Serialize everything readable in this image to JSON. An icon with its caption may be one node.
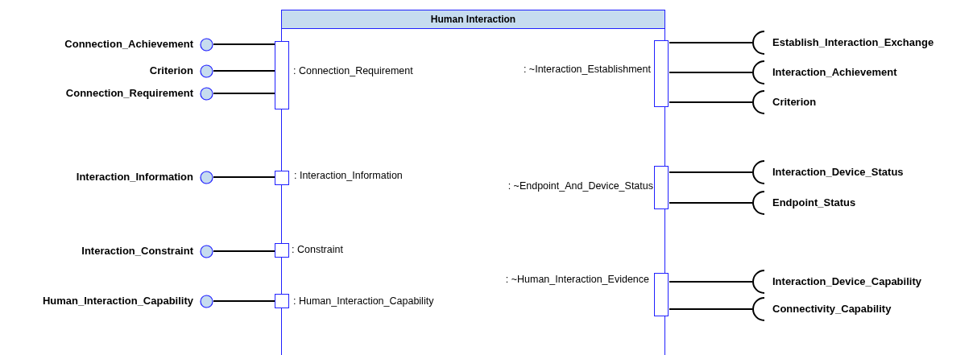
{
  "diagram": {
    "nodes": [
      {
        "text": [
          "Human Interaction"
        ]
      },
      {
        "text": [],
        "shape": "box",
        "beside": [
          ": Connection_Requirement"
        ]
      },
      {
        "text": [],
        "shape": "box",
        "beside": [
          ": Interaction_Information"
        ]
      },
      {
        "text": [],
        "shape": "box",
        "beside": [
          ": Constraint"
        ]
      },
      {
        "text": [],
        "shape": "box",
        "beside": [
          ": Human_Interaction_Capability"
        ]
      },
      {
        "text": [],
        "shape": "box",
        "beside": [
          ": ~Interaction_Establishment"
        ]
      },
      {
        "text": [],
        "shape": "box",
        "beside": [
          ": ~Endpoint_And_Device_Status"
        ]
      },
      {
        "text": [],
        "shape": "box",
        "beside": [
          ": ~Human_Interaction_Evidence"
        ]
      },
      {
        "text": [
          "Connection_Achievement"
        ]
      },
      {
        "text": [
          "Criterion"
        ]
      },
      {
        "text": [
          "Connection_Requirement"
        ]
      },
      {
        "text": [
          "Interaction_Information"
        ]
      },
      {
        "text": [
          "Interaction_Constraint"
        ]
      },
      {
        "text": [
          "Human_Interaction_Capability"
        ]
      },
      {
        "text": [
          "Establish_Interaction_Exchange"
        ]
      },
      {
        "text": [
          "Interaction_Achievement"
        ]
      },
      {
        "text": [
          "Criterion"
        ]
      },
      {
        "text": [
          "Interaction_Device_Status"
        ]
      },
      {
        "text": [
          "Endpoint_Status"
        ]
      },
      {
        "text": [
          "Interaction_Device_Capability"
        ]
      },
      {
        "text": [
          "Connectivity_Capability"
        ]
      }
    ],
    "edges": [
      {
        "from": 1,
        "to": 8,
        "arrow": "none"
      },
      {
        "from": 1,
        "to": 9,
        "arrow": "none"
      },
      {
        "from": 1,
        "to": 10,
        "arrow": "none"
      },
      {
        "from": 2,
        "to": 11,
        "arrow": "none"
      },
      {
        "from": 3,
        "to": 12,
        "arrow": "none"
      },
      {
        "from": 4,
        "to": 13,
        "arrow": "none"
      },
      {
        "from": 5,
        "to": 14,
        "arrow": "none"
      },
      {
        "from": 5,
        "to": 15,
        "arrow": "none"
      },
      {
        "from": 5,
        "to": 16,
        "arrow": "none"
      },
      {
        "from": 6,
        "to": 17,
        "arrow": "none"
      },
      {
        "from": 6,
        "to": 18,
        "arrow": "none"
      },
      {
        "from": 7,
        "to": 19,
        "arrow": "none"
      },
      {
        "from": 7,
        "to": 20,
        "arrow": "none"
      }
    ]
  }
}
